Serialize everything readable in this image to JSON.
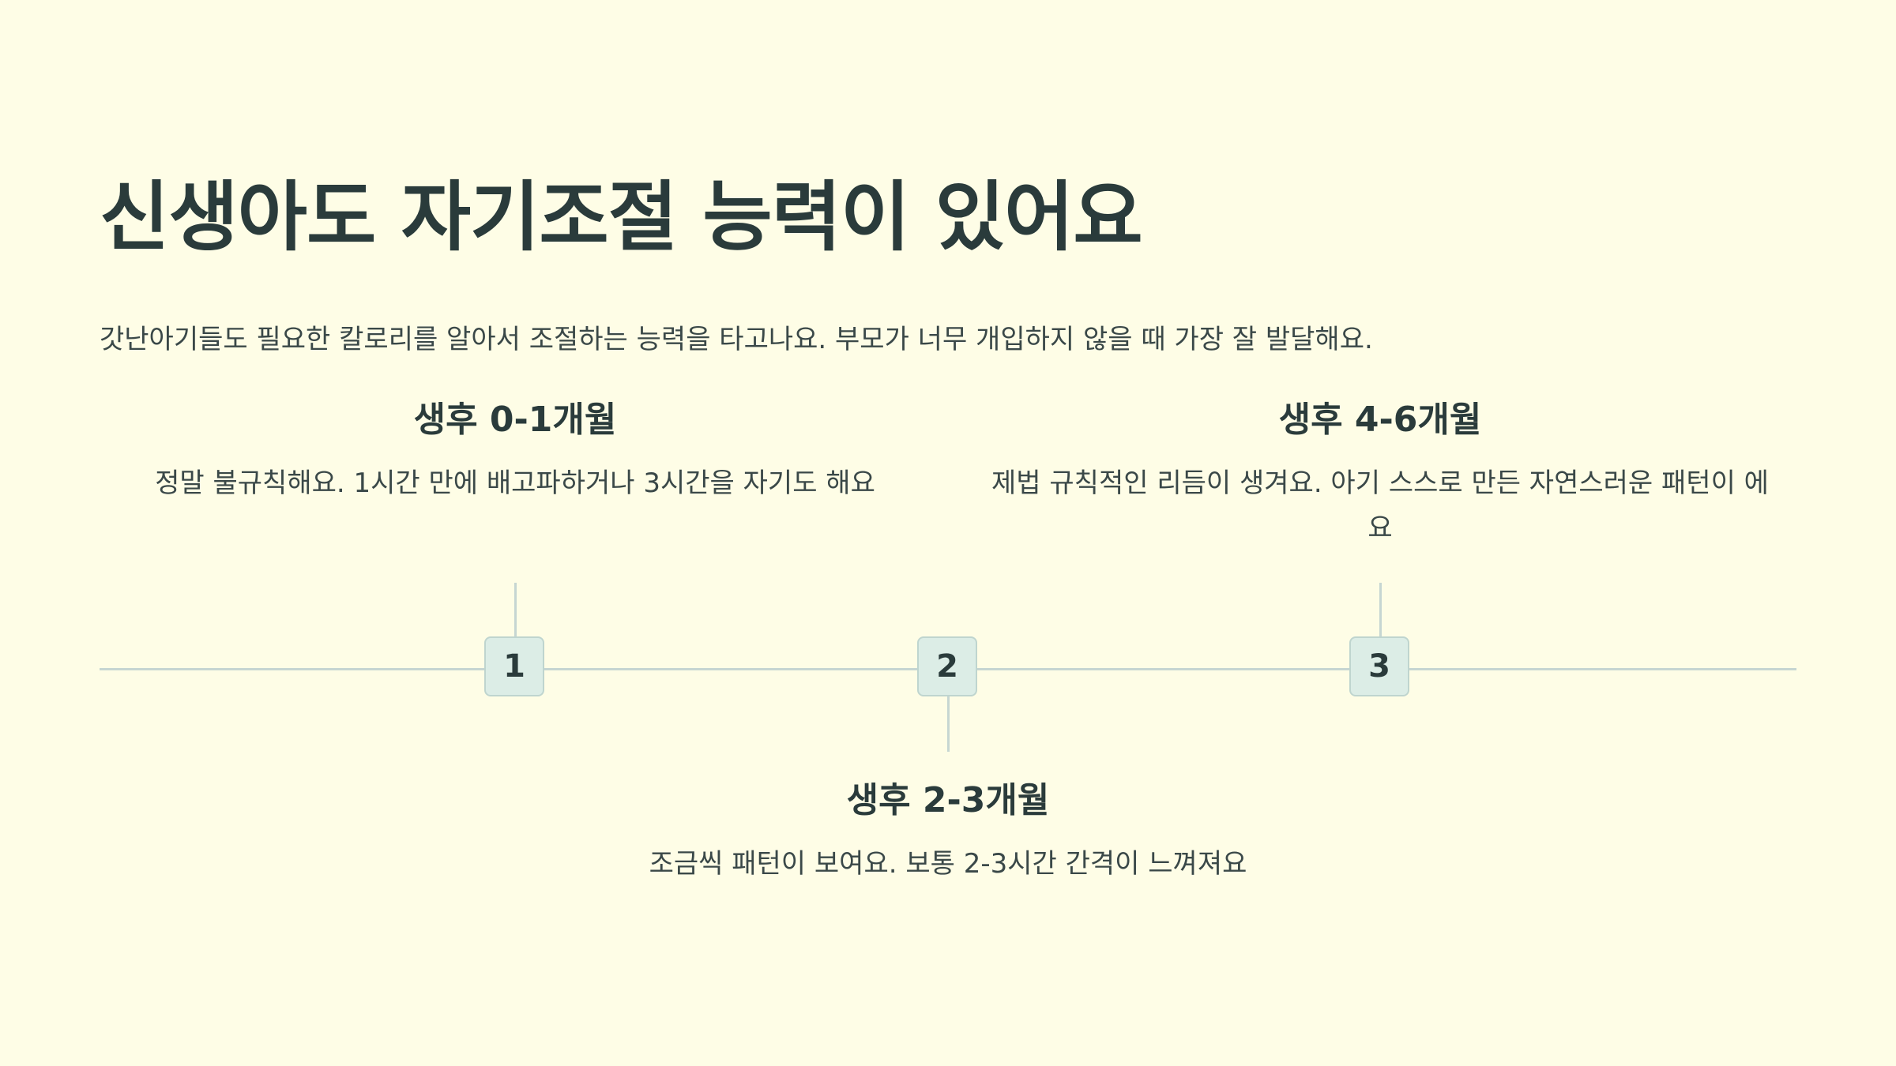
{
  "slide": {
    "title": "신생아도 자기조절 능력이 있어요",
    "subtitle": "갓난아기들도 필요한 칼로리를 알아서 조절하는 능력을 타고나요. 부모가 너무 개입하지 않을 때 가장 잘 발달해요."
  },
  "timeline": {
    "steps": [
      {
        "number": "1",
        "title": "생후 0-1개월",
        "description": "정말 불규칙해요. 1시간 만에 배고파하거나 3시간을 자기도 해요"
      },
      {
        "number": "2",
        "title": "생후 2-3개월",
        "description": "조금씩 패턴이 보여요. 보통 2-3시간 간격이 느껴져요"
      },
      {
        "number": "3",
        "title": "생후 4-6개월",
        "description": "제법 규칙적인 리듬이 생겨요. 아기 스스로 만든 자연스러운 패턴이 에요"
      }
    ]
  }
}
